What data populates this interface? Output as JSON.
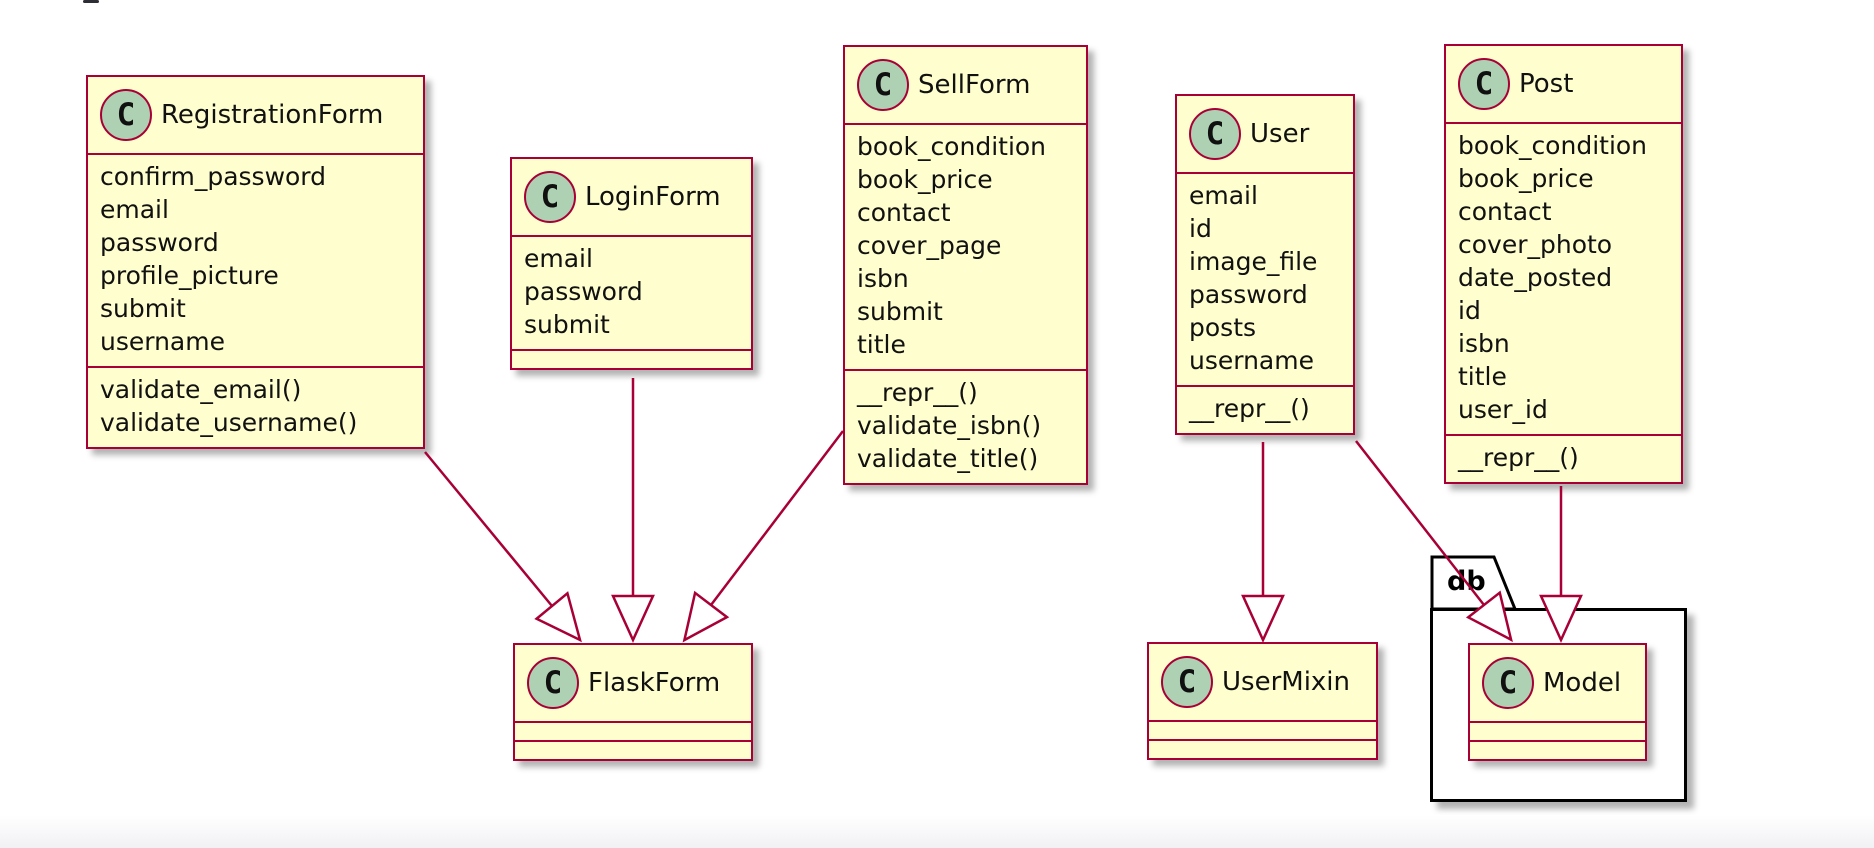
{
  "diagram": {
    "package": {
      "name": "db"
    },
    "classes": [
      {
        "name": "RegistrationForm",
        "stereotype": "C",
        "attributes": [
          "confirm_password",
          "email",
          "password",
          "profile_picture",
          "submit",
          "username"
        ],
        "methods": [
          "validate_email()",
          "validate_username()"
        ]
      },
      {
        "name": "LoginForm",
        "stereotype": "C",
        "attributes": [
          "email",
          "password",
          "submit"
        ],
        "methods": []
      },
      {
        "name": "SellForm",
        "stereotype": "C",
        "attributes": [
          "book_condition",
          "book_price",
          "contact",
          "cover_page",
          "isbn",
          "submit",
          "title"
        ],
        "methods": [
          "__repr__()",
          "validate_isbn()",
          "validate_title()"
        ]
      },
      {
        "name": "User",
        "stereotype": "C",
        "attributes": [
          "email",
          "id",
          "image_file",
          "password",
          "posts",
          "username"
        ],
        "methods": [
          "__repr__()"
        ]
      },
      {
        "name": "Post",
        "stereotype": "C",
        "attributes": [
          "book_condition",
          "book_price",
          "contact",
          "cover_photo",
          "date_posted",
          "id",
          "isbn",
          "title",
          "user_id"
        ],
        "methods": [
          "__repr__()"
        ]
      },
      {
        "name": "FlaskForm",
        "stereotype": "C",
        "attributes": [],
        "methods": []
      },
      {
        "name": "UserMixin",
        "stereotype": "C",
        "attributes": [],
        "methods": []
      },
      {
        "name": "Model",
        "stereotype": "C",
        "attributes": [],
        "methods": []
      }
    ],
    "relations": [
      {
        "from": "RegistrationForm",
        "to": "FlaskForm",
        "type": "inheritance"
      },
      {
        "from": "LoginForm",
        "to": "FlaskForm",
        "type": "inheritance"
      },
      {
        "from": "SellForm",
        "to": "FlaskForm",
        "type": "inheritance"
      },
      {
        "from": "User",
        "to": "UserMixin",
        "type": "inheritance"
      },
      {
        "from": "User",
        "to": "Model",
        "type": "inheritance"
      },
      {
        "from": "Post",
        "to": "Model",
        "type": "inheritance"
      }
    ],
    "colors": {
      "class_fill": "#FEFECE",
      "class_border": "#A80036",
      "spot_fill": "#ADD1B2",
      "relation_line": "#A80036",
      "package_border": "#000000",
      "text": "#111111"
    }
  }
}
